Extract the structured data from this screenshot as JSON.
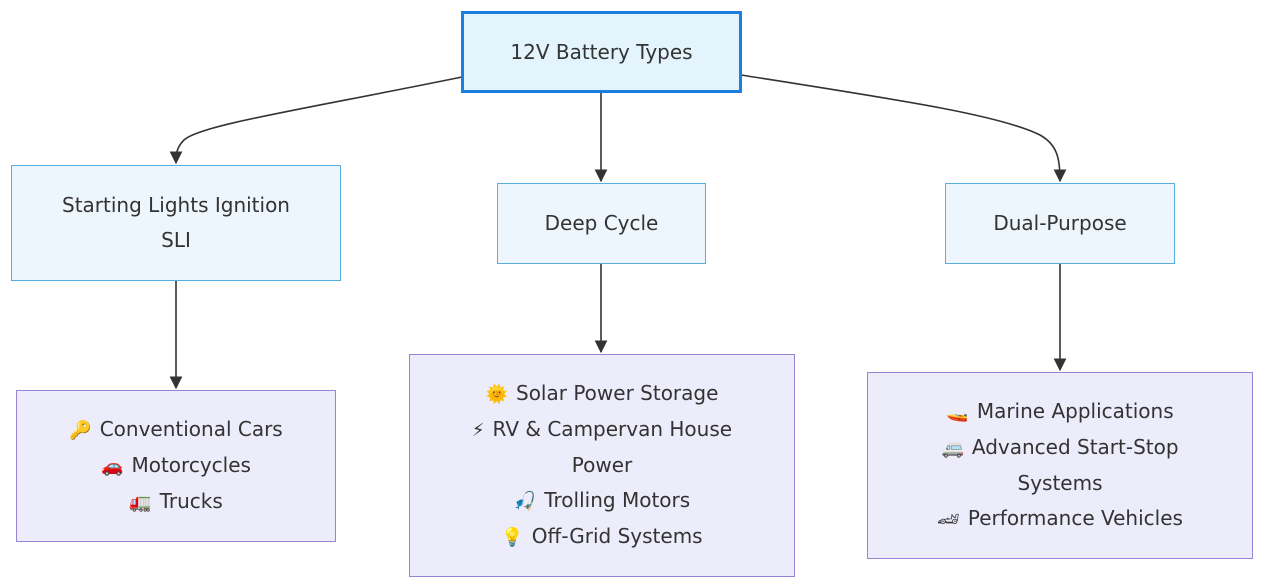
{
  "diagram": {
    "title": "12V Battery Types",
    "root": {
      "id": "root",
      "label": "12V Battery Types"
    },
    "categories": [
      {
        "id": "sli",
        "lines": [
          "Starting Lights Ignition",
          "SLI"
        ]
      },
      {
        "id": "deep-cycle",
        "lines": [
          "Deep Cycle"
        ]
      },
      {
        "id": "dual-purpose",
        "lines": [
          "Dual-Purpose"
        ]
      }
    ],
    "applications": [
      {
        "id": "sli-apps",
        "lines": [
          {
            "icon": "🔑",
            "icon_name": "key-icon",
            "text": "Conventional Cars"
          },
          {
            "icon": "🚗",
            "icon_name": "car-icon",
            "text": "Motorcycles"
          },
          {
            "icon": "🚛",
            "icon_name": "truck-icon",
            "text": "Trucks"
          }
        ]
      },
      {
        "id": "deep-cycle-apps",
        "lines": [
          {
            "icon": "🌞",
            "icon_name": "sun-icon",
            "text": "Solar Power Storage"
          },
          {
            "icon": "⚡",
            "icon_name": "lightning-icon",
            "text": "RV & Campervan House"
          },
          {
            "icon": "",
            "icon_name": "",
            "text": "Power"
          },
          {
            "icon": "🎣",
            "icon_name": "fishing-icon",
            "text": "Trolling Motors"
          },
          {
            "icon": "💡",
            "icon_name": "lightbulb-icon",
            "text": "Off-Grid Systems"
          }
        ]
      },
      {
        "id": "dual-purpose-apps",
        "lines": [
          {
            "icon": "🚤",
            "icon_name": "speedboat-icon",
            "text": "Marine Applications"
          },
          {
            "icon": "🚐",
            "icon_name": "van-icon",
            "text": "Advanced Start-Stop"
          },
          {
            "icon": "",
            "icon_name": "",
            "text": "Systems"
          },
          {
            "icon": "🏎",
            "icon_name": "race-car-icon",
            "text": "Performance Vehicles"
          }
        ]
      }
    ],
    "edges": [
      {
        "from": "root",
        "to": "sli"
      },
      {
        "from": "root",
        "to": "deep-cycle"
      },
      {
        "from": "root",
        "to": "dual-purpose"
      },
      {
        "from": "sli",
        "to": "sli-apps"
      },
      {
        "from": "deep-cycle",
        "to": "deep-cycle-apps"
      },
      {
        "from": "dual-purpose",
        "to": "dual-purpose-apps"
      }
    ],
    "colors": {
      "root_fill": "#e4f4fd",
      "root_border": "#1a7fe0",
      "category_fill": "#edf5fd",
      "category_border": "#5aaede",
      "apps_fill": "#ececfb",
      "apps_border": "#9a82d4",
      "edge": "#333333",
      "text": "#333333"
    }
  }
}
